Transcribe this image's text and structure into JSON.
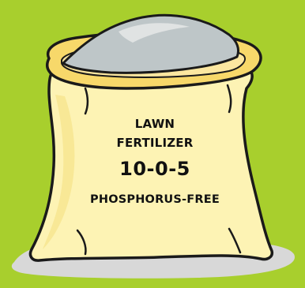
{
  "colors": {
    "background": "#A8CF2D",
    "bag_fill": "#FDF3B4",
    "bag_shade": "#F6E58E",
    "rim_fill": "#F7D86A",
    "rim_inner": "#FCE7A0",
    "powder": "#BEC6C8",
    "powder_highlight": "#E3E6E6",
    "outline": "#1A1A1A",
    "shadow": "#D8D8D8"
  },
  "label": {
    "line1": "LAWN",
    "line2": "FERTILIZER",
    "npk": "10-0-5",
    "line4": "PHOSPHORUS-FREE"
  }
}
